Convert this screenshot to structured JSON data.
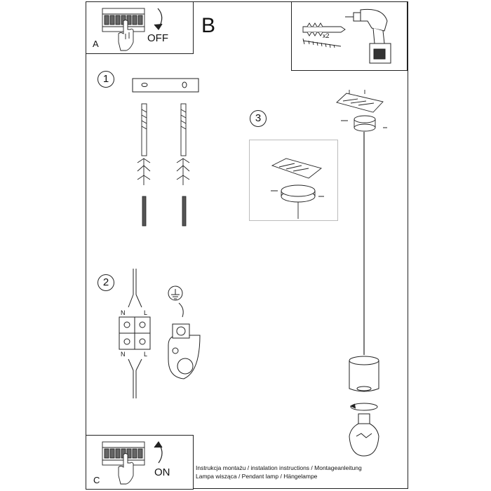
{
  "panel_a": {
    "label": "A",
    "action": "OFF"
  },
  "panel_b": {
    "label": "B",
    "tools": {
      "quantity": "x2"
    }
  },
  "panel_c": {
    "label": "C",
    "action": "ON"
  },
  "steps": {
    "step1": "1",
    "step2": "2",
    "step3": "3"
  },
  "wiring": {
    "top_left": "N",
    "top_right": "L",
    "bottom_left": "N",
    "bottom_right": "L"
  },
  "caption": {
    "line1": "Instrukcja montażu / instalation instructions / Montageanleitung",
    "line2": "Lampa wisząca / Pendant lamp / Hängelampe"
  },
  "icons": [
    "fuse-box-icon",
    "hand-icon",
    "rotate-arrow-icon",
    "wall-plug-icon",
    "screw-icon",
    "drill-icon",
    "ground-symbol-icon",
    "terminal-block-icon",
    "ceiling-canopy-icon",
    "lamp-shade-icon",
    "light-bulb-icon"
  ]
}
